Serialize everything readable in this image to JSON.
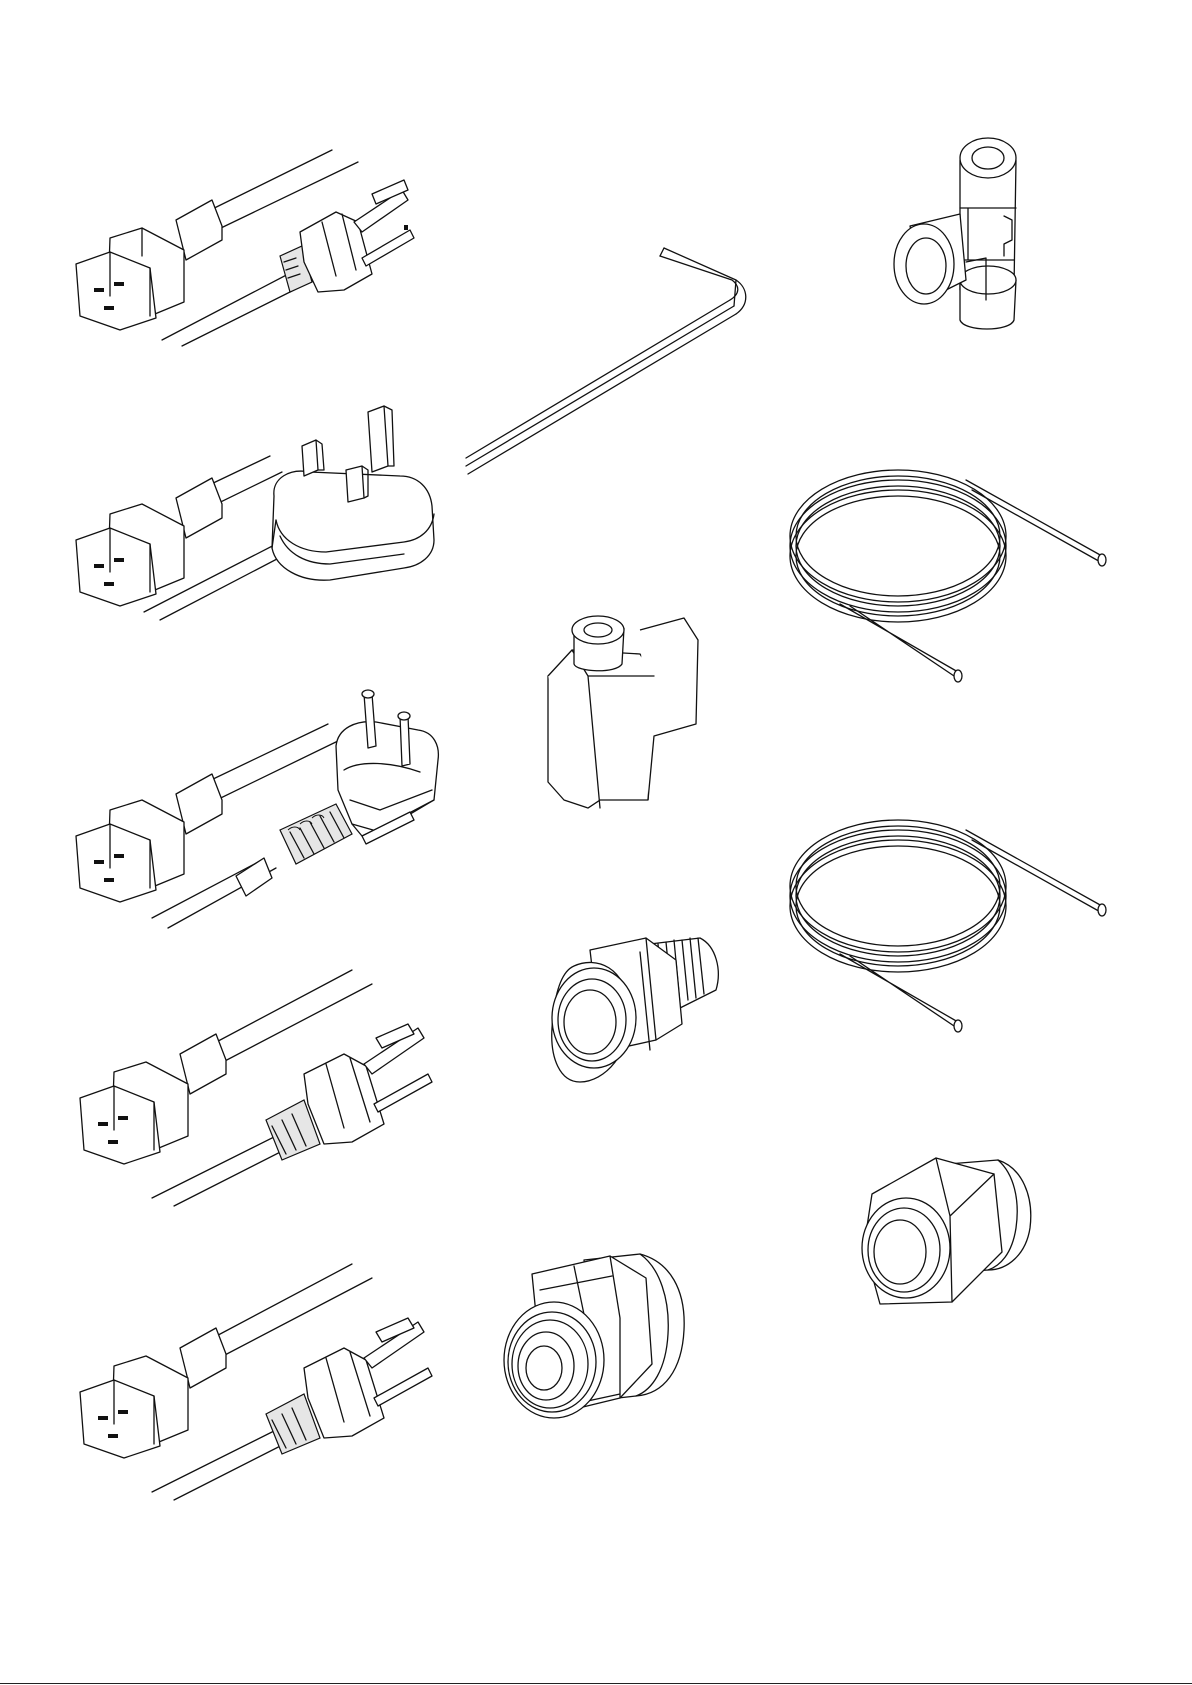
{
  "parts": [
    {
      "id": "cord-us-1",
      "icon": "power-cord-nema-5-15-icon"
    },
    {
      "id": "cord-uk",
      "icon": "power-cord-bs1363-icon"
    },
    {
      "id": "cord-schuko",
      "icon": "power-cord-schuko-icon"
    },
    {
      "id": "cord-us-2",
      "icon": "power-cord-nema-5-15-icon"
    },
    {
      "id": "cord-us-3",
      "icon": "power-cord-nema-5-15-icon"
    },
    {
      "id": "hex-key",
      "icon": "hex-key-icon"
    },
    {
      "id": "valve-block",
      "icon": "valve-block-icon"
    },
    {
      "id": "adapter-fitting",
      "icon": "threaded-adapter-icon"
    },
    {
      "id": "push-fitting",
      "icon": "push-in-fitting-icon"
    },
    {
      "id": "tee-fitting",
      "icon": "tee-fitting-icon"
    },
    {
      "id": "tubing-coil-1",
      "icon": "tubing-coil-icon"
    },
    {
      "id": "tubing-coil-2",
      "icon": "tubing-coil-icon"
    },
    {
      "id": "cap-nut",
      "icon": "cap-nut-icon"
    }
  ],
  "colors": {
    "line": "#111111",
    "background": "#ffffff"
  }
}
